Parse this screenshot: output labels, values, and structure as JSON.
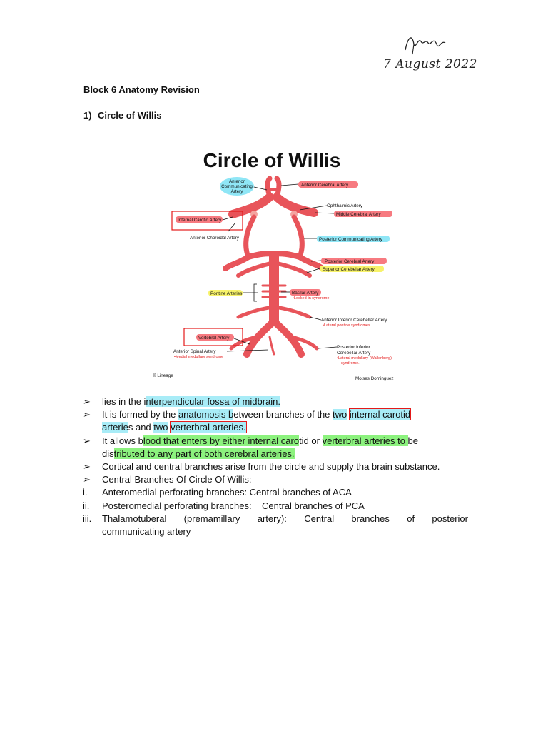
{
  "signature": {
    "date": "7 August 2022"
  },
  "doc": {
    "title": "Block 6 Anatomy Revision",
    "section_number": "1)",
    "section_title": "Circle of Willis"
  },
  "figure": {
    "title": "Circle of Willis",
    "labels": {
      "acomm": [
        "Anterior",
        "Communicating",
        "Artery"
      ],
      "aca": "Anterior Cerebral Artery",
      "ophthalmic": "Ophthalmic Artery",
      "mca": "Middle Cerebral Artery",
      "ica": "Internal Carotid Artery",
      "choroidal": "Anterior Choroidal Artery",
      "pcomm": "Posterior Communicating Artery",
      "pca": "Posterior Cerebral Artery",
      "sca": "Superior Cerebellar Artery",
      "pontine": "Pontine Arteries",
      "basilar": "Basilar Artery",
      "basilar_note": "•Locked-in syndrome",
      "aica": "Anterior Inferior Cerebellar Artery",
      "aica_note": "•Lateral pontine syndromes",
      "vertebral": "Vertebral Artery",
      "spinal": "Anterior Spinal Artery",
      "spinal_note": "•Medial medullary syndrome",
      "pica": [
        "Posterior Inferior",
        "Cerebellar Artery"
      ],
      "pica_note": [
        "•Lateral medullary (Wallenberg)",
        "syndrome."
      ],
      "credit_left": "© Lineage",
      "credit_right": "Moises Dominguez"
    },
    "colors": {
      "artery": "#e8545a",
      "red_highlight": "#f77a80",
      "cyan_highlight": "#8fe6f6",
      "yellow_highlight": "#f7f26a",
      "note_red": "#e41a1a"
    }
  },
  "bullet_marker": "➢",
  "bullets": {
    "b1": {
      "p1": "lies in the i",
      "h1": "nterpendicular fossa of midbrain."
    },
    "b2": {
      "p1": "It is formed by the ",
      "h1": "anatomosis b",
      "p2": "etween branches of the ",
      "h2": "two",
      "p3": " ",
      "h3": "internal carotid",
      "l2a": "arterie",
      "l2b": "s and ",
      "l2c": "two",
      "l2d": " ",
      "l2e": "verterbral arteries."
    },
    "b3": {
      "p1": "It allows b",
      "g1": "lood that enters by either internal caro",
      "p2": "tid o",
      "p3": "r",
      "p4": " ",
      "g2": "verterbral arteries to ",
      "p5": "be",
      "l2a": "dis",
      "g3": "tributed to any part of both cerebral arteries."
    },
    "b4": "Cortical and central branches arise from the circle and supply tha brain substance.",
    "b5": "Central Branches Of Circle Of Willis:"
  },
  "numbered": [
    {
      "marker": "i.",
      "text": "Anteromedial perforating branches: Central branches of ACA"
    },
    {
      "marker": "ii.",
      "text": "Posteromedial perforating branches:    Central branches of PCA"
    },
    {
      "marker": "iii.",
      "line1": "Thalamotuberal (premamillary artery): Central branches of posterior",
      "line2": "communicating artery"
    }
  ]
}
